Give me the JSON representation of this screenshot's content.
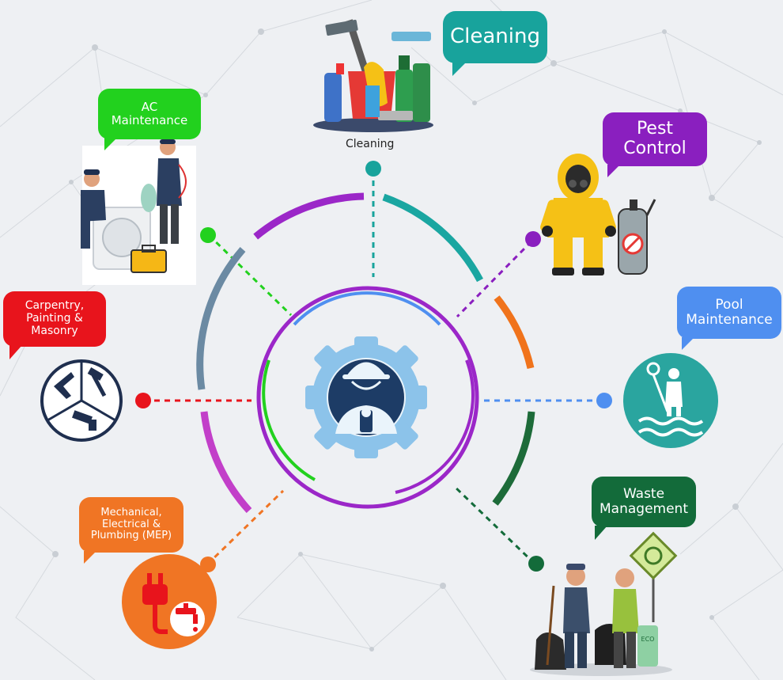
{
  "colors": {
    "cleaning": "#18a39c",
    "pest": "#8a1fbf",
    "pool": "#4f8ff0",
    "waste": "#136b3a",
    "mep": "#f07524",
    "carpentry": "#e8141c",
    "ac": "#22d11e",
    "ring_purple": "#9b27c8",
    "ring_slate": "#6b8aa3",
    "ring_orange": "#f0731b",
    "ring_green": "#1d6b39",
    "ring_magenta": "#c23fc9",
    "ring_teal": "#1aa6a1",
    "gear": "#8cc3ea",
    "worker": "#1d3c66"
  },
  "labels": {
    "cleaning_bubble": "Cleaning",
    "cleaning_caption": "Cleaning",
    "pest_line1": "Pest",
    "pest_line2": "Control",
    "pool_line1": "Pool",
    "pool_line2": "Maintenance",
    "waste_line1": "Waste",
    "waste_line2": "Management",
    "mep_line1": "Mechanical,",
    "mep_line2": "Electrical &",
    "mep_line3": "Plumbing (MEP)",
    "carpentry_line1": "Carpentry,",
    "carpentry_line2": "Painting &",
    "carpentry_line3": "Masonry",
    "ac_line1": "AC",
    "ac_line2": "Maintenance",
    "eco_badge": "ECO"
  }
}
